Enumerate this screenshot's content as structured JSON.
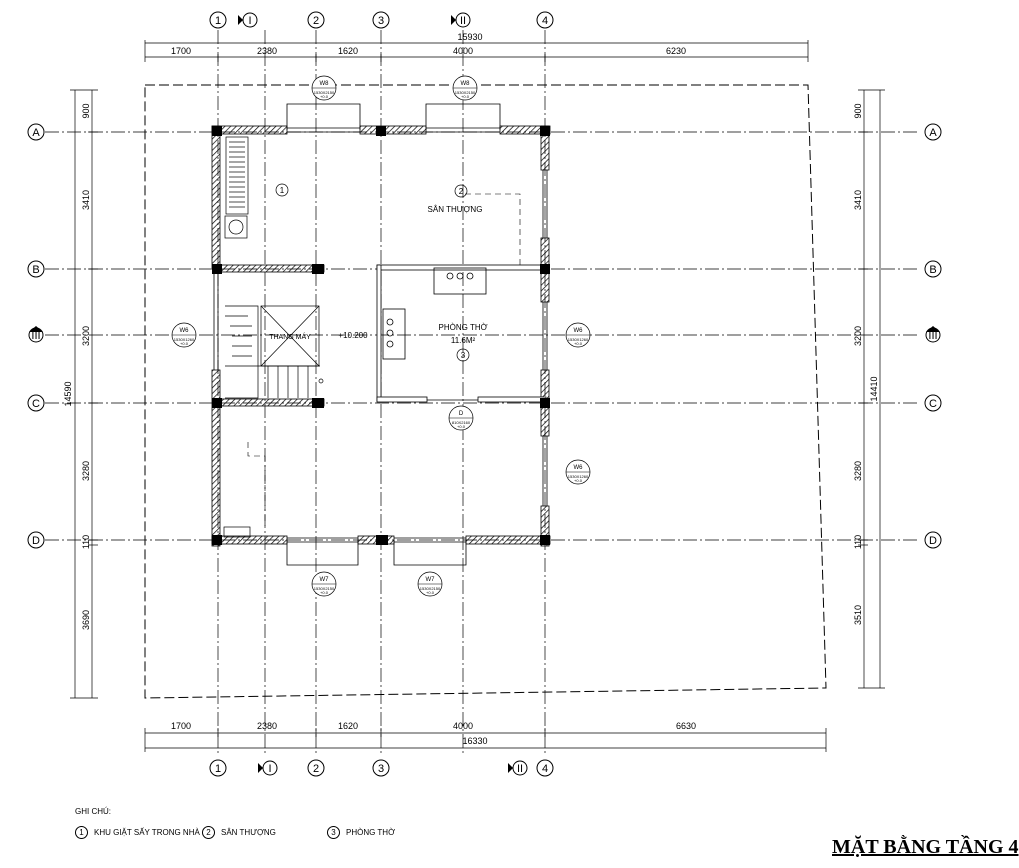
{
  "title": "MẶT BẰNG TẦNG 4",
  "notes": {
    "heading": "GHI CHÚ:",
    "items": [
      {
        "num": "1",
        "text": "KHU GIẶT SẤY TRONG NHÀ"
      },
      {
        "num": "2",
        "text": "SÂN THƯỢNG"
      },
      {
        "num": "3",
        "text": "PHÒNG THỜ"
      }
    ]
  },
  "grid": {
    "cols": [
      "1",
      "2",
      "3",
      "4"
    ],
    "rows": [
      "A",
      "B",
      "C",
      "D"
    ],
    "sections": [
      "I",
      "II",
      "III"
    ]
  },
  "dimensions": {
    "top_total": "15930",
    "top_segments": [
      "1700",
      "2380",
      "1620",
      "4000",
      "6230"
    ],
    "bottom_total": "16330",
    "bottom_segments": [
      "1700",
      "2380",
      "1620",
      "4000",
      "6630"
    ],
    "left_total": "14590",
    "left_segments": [
      "900",
      "3410",
      "3200",
      "3280",
      "110",
      "3690"
    ],
    "right_total": "14410",
    "right_segments": [
      "900",
      "3410",
      "3200",
      "3280",
      "110",
      "3510"
    ]
  },
  "rooms": {
    "r1_num": "1",
    "r2_num": "2",
    "r2_name": "SÂN THƯỢNG",
    "r3_name": "PHÒNG THỜ",
    "r3_area": "11.6M²",
    "r3_num": "3",
    "elevator": "THANG MÁY",
    "level": "+10.200"
  },
  "tags": {
    "w8a": {
      "name": "W8",
      "size": "1530X2150",
      "elev": "+0.0"
    },
    "w8b": {
      "name": "W8",
      "size": "1530X2150",
      "elev": "+0.0"
    },
    "w6l": {
      "name": "W6",
      "size": "1530X1260",
      "elev": "+0.0"
    },
    "w6r": {
      "name": "W6",
      "size": "1530X1260",
      "elev": "+0.0"
    },
    "w6r2": {
      "name": "W6",
      "size": "1530X1260",
      "elev": "+0.0"
    },
    "d": {
      "name": "D",
      "size": "810X2160",
      "elev": "+0.0"
    },
    "w7a": {
      "name": "W7",
      "size": "1530X2150",
      "elev": "+0.0"
    },
    "w7b": {
      "name": "W7",
      "size": "1530X2150",
      "elev": "+0.0"
    }
  }
}
